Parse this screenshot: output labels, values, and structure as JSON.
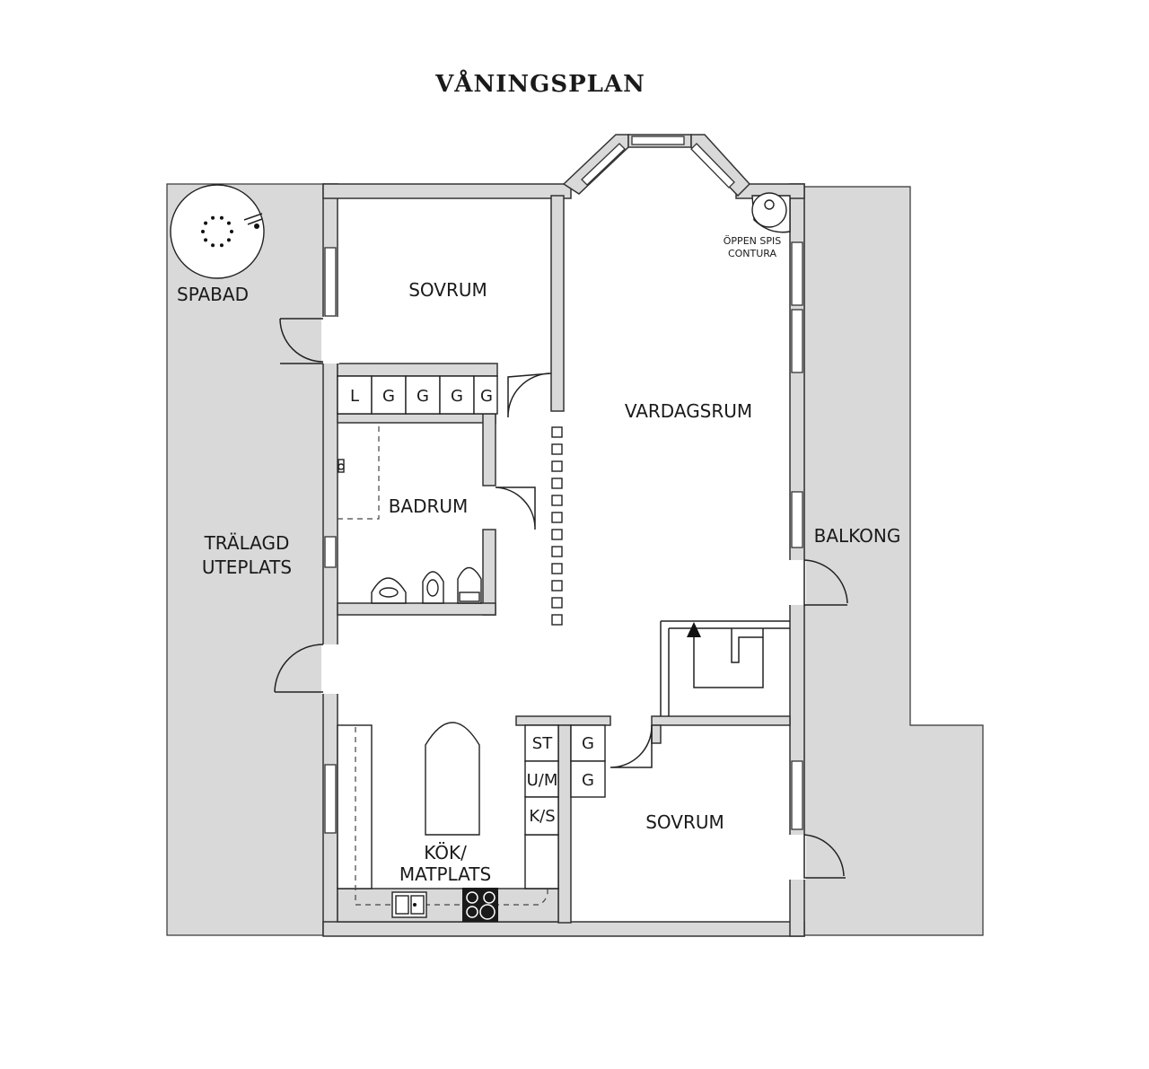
{
  "title": "VÅNINGSPLAN",
  "rooms": {
    "sovrum_top": "SOVRUM",
    "vardagsrum": "VARDAGSRUM",
    "badrum": "BADRUM",
    "kok_line1": "KÖK/",
    "kok_line2": "MATPLATS",
    "sovrum_bottom": "SOVRUM"
  },
  "outdoor": {
    "spabad": "SPABAD",
    "uteplats_line1": "TRÄLAGD",
    "uteplats_line2": "UTEPLATS",
    "balkong": "BALKONG"
  },
  "fireplace": {
    "line1": "ÖPPEN SPIS",
    "line2": "CONTURA"
  },
  "wardrobes_top": [
    "L",
    "G",
    "G",
    "G",
    "G"
  ],
  "kitchen_units": [
    "ST",
    "U/M",
    "K/S"
  ],
  "wardrobes_bottom": [
    "G",
    "G"
  ],
  "colors": {
    "wall": "#d9d9d9",
    "line": "#222222",
    "background": "#ffffff"
  }
}
